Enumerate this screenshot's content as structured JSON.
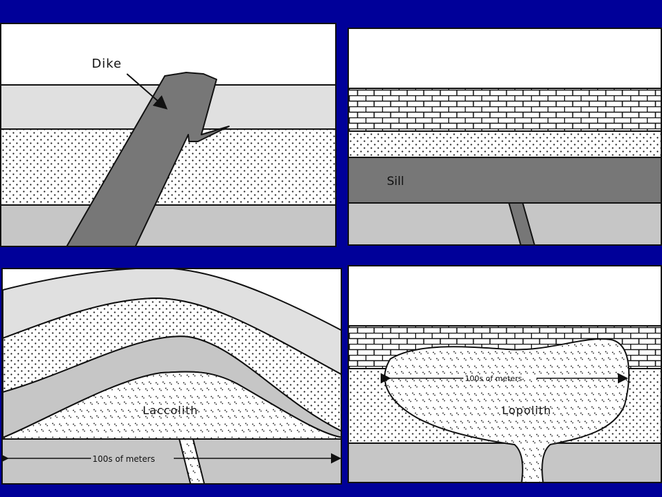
{
  "colors": {
    "background": "#000099",
    "sky": "#ffffff",
    "light_gray": "#e0e0e0",
    "mid_gray": "#c6c6c6",
    "intrusion_gray": "#777777",
    "outline": "#111111"
  },
  "panels": {
    "dike": {
      "label": "Dike"
    },
    "sill": {
      "label": "Sill"
    },
    "laccolith": {
      "label": "Laccolith",
      "scale": "100s of meters"
    },
    "lopolith": {
      "label": "Lopolith",
      "scale": "100s of meters"
    }
  }
}
